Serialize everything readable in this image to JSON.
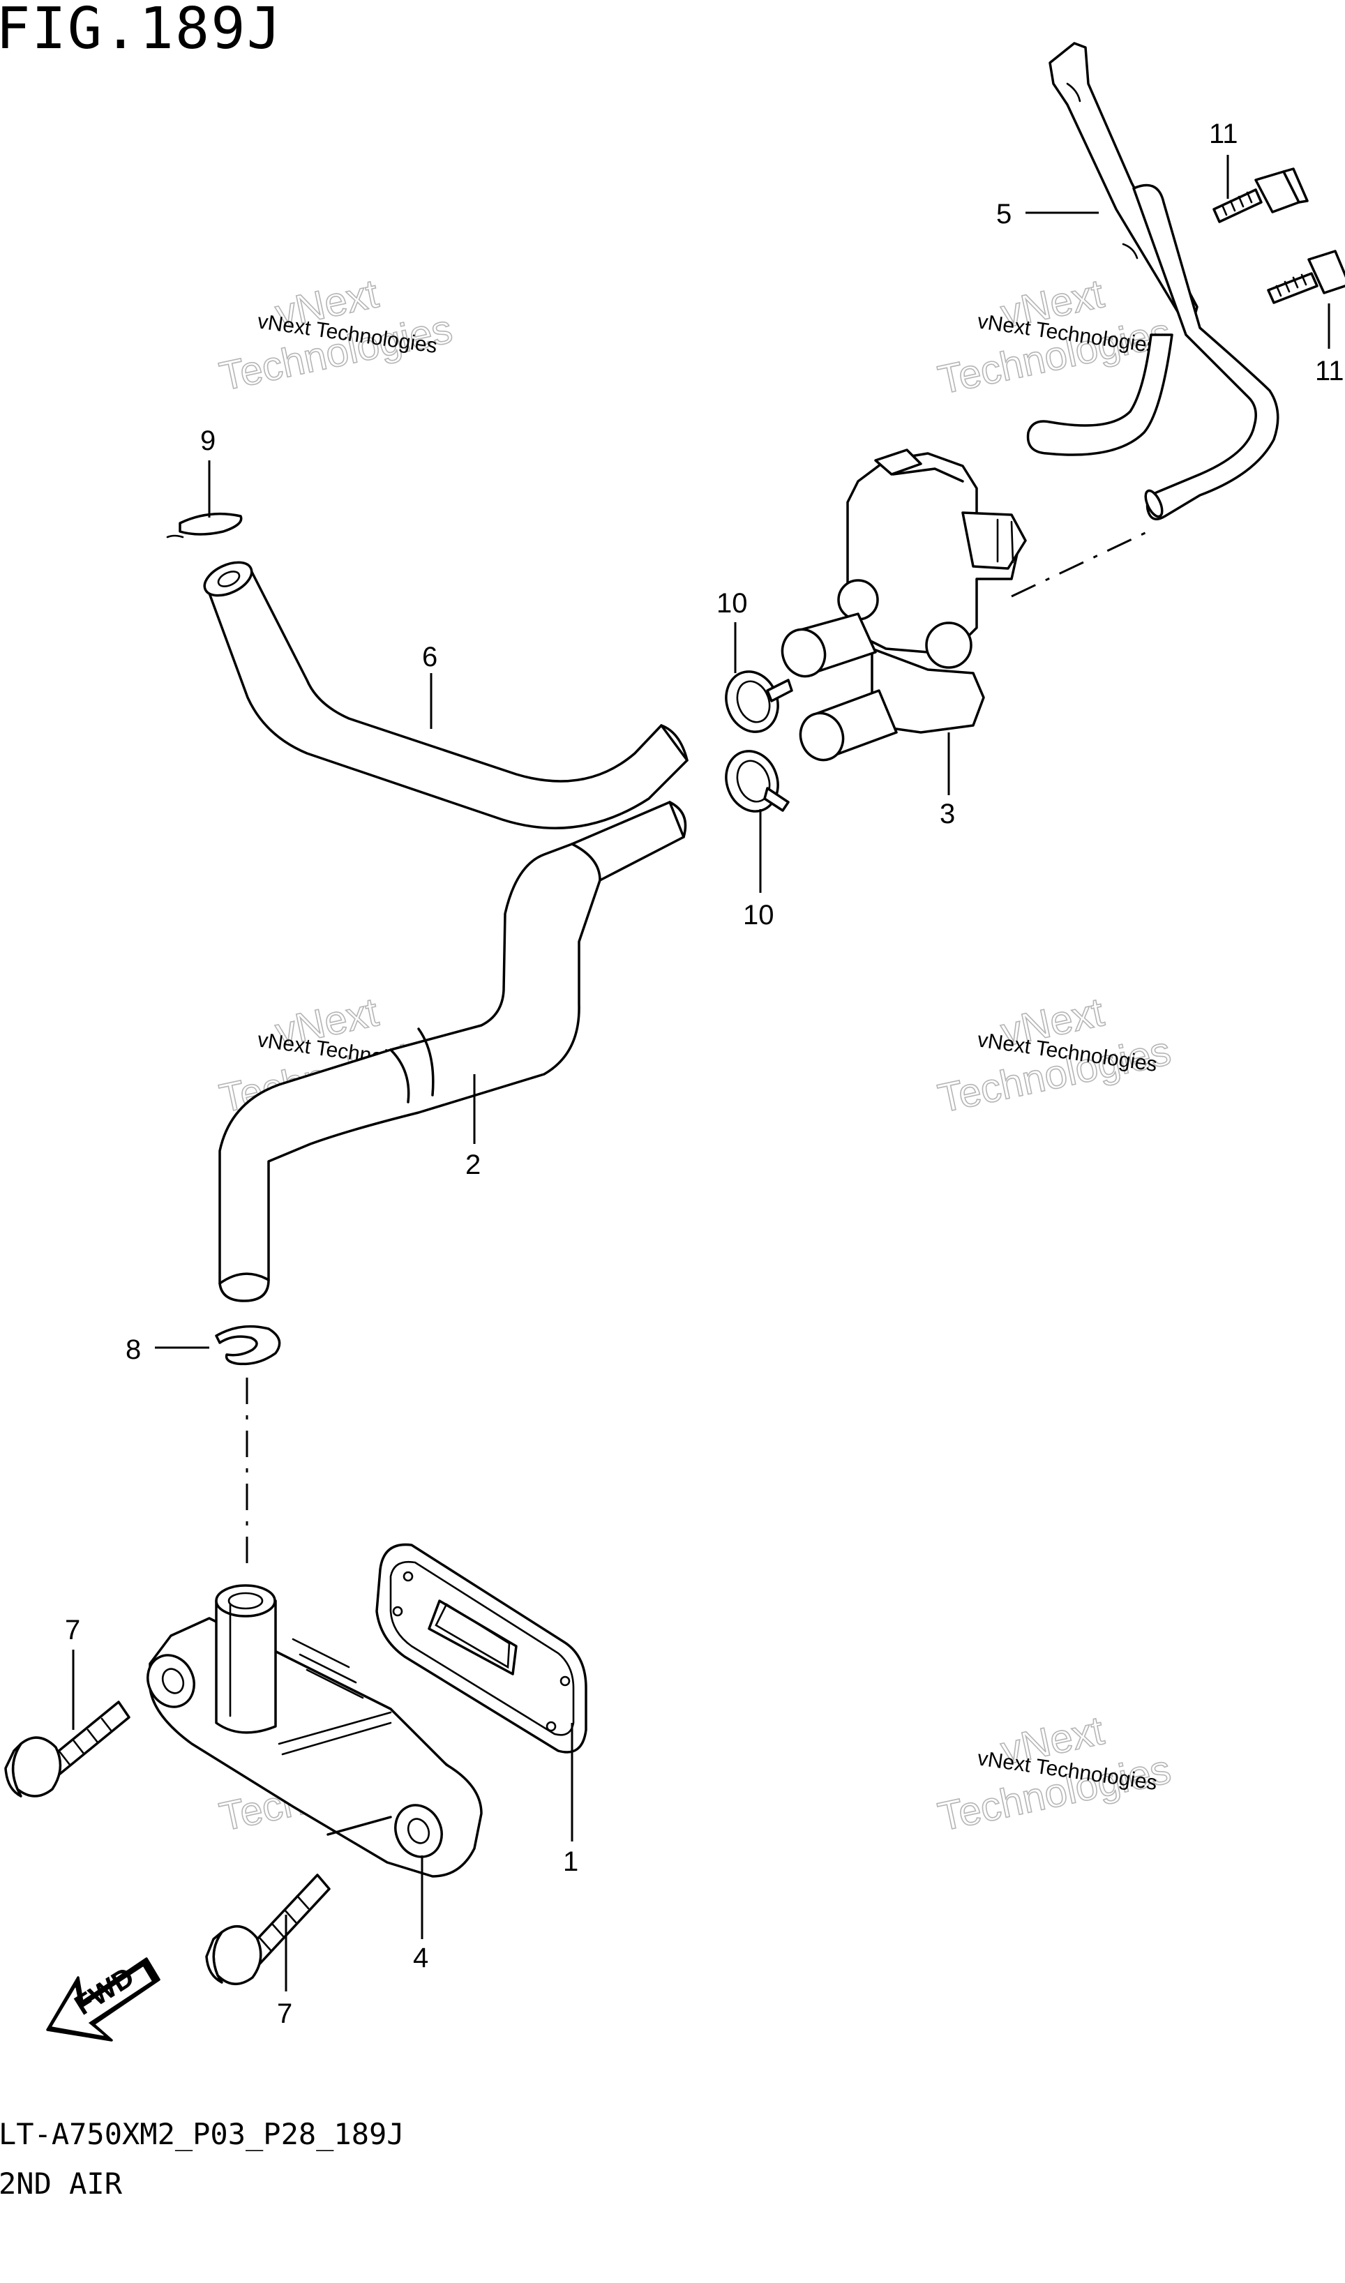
{
  "figure": {
    "title": "FIG.189J",
    "code": "LT-A750XM2_P03_P28_189J",
    "name": "2ND AIR"
  },
  "callouts": {
    "c1": "1",
    "c2": "2",
    "c3": "3",
    "c4": "4",
    "c5": "5",
    "c6": "6",
    "c7a": "7",
    "c7b": "7",
    "c8": "8",
    "c9": "9",
    "c10a": "10",
    "c10b": "10",
    "c11a": "11",
    "c11b": "11"
  },
  "fwd_label": "FWD",
  "watermark": {
    "line1": "vNext Technologies",
    "line2": "vNext",
    "line3": "Technologies"
  }
}
